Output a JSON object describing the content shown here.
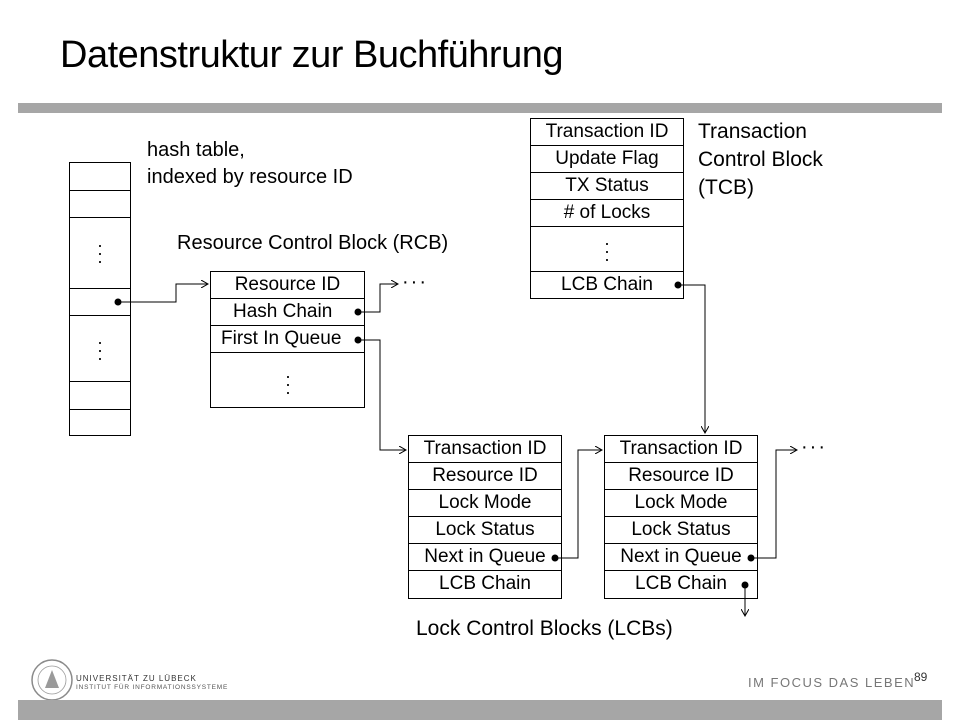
{
  "title": "Datenstruktur zur Buchführung",
  "hash_label": [
    "hash table,",
    "indexed by resource ID"
  ],
  "rcb": {
    "label": "Resource Control Block (RCB)",
    "fields": [
      "Resource ID",
      "Hash Chain",
      "First In Queue"
    ]
  },
  "tcb": {
    "label": [
      "Transaction",
      "Control Block",
      "(TCB)"
    ],
    "fields": [
      "Transaction ID",
      "Update Flag",
      "TX Status",
      "# of Locks",
      "LCB Chain"
    ]
  },
  "lcb": {
    "label": "Lock Control Blocks (LCBs)",
    "fields": [
      "Transaction ID",
      "Resource ID",
      "Lock Mode",
      "Lock Status",
      "Next in Queue",
      "LCB Chain"
    ]
  },
  "continuation": "···",
  "footer": {
    "university": "UNIVERSITÄT ZU LÜBECK",
    "institute": "INSTITUT FÜR INFORMATIONSSYSTEME",
    "slogan": "IM FOCUS DAS LEBEN",
    "page": "89"
  }
}
